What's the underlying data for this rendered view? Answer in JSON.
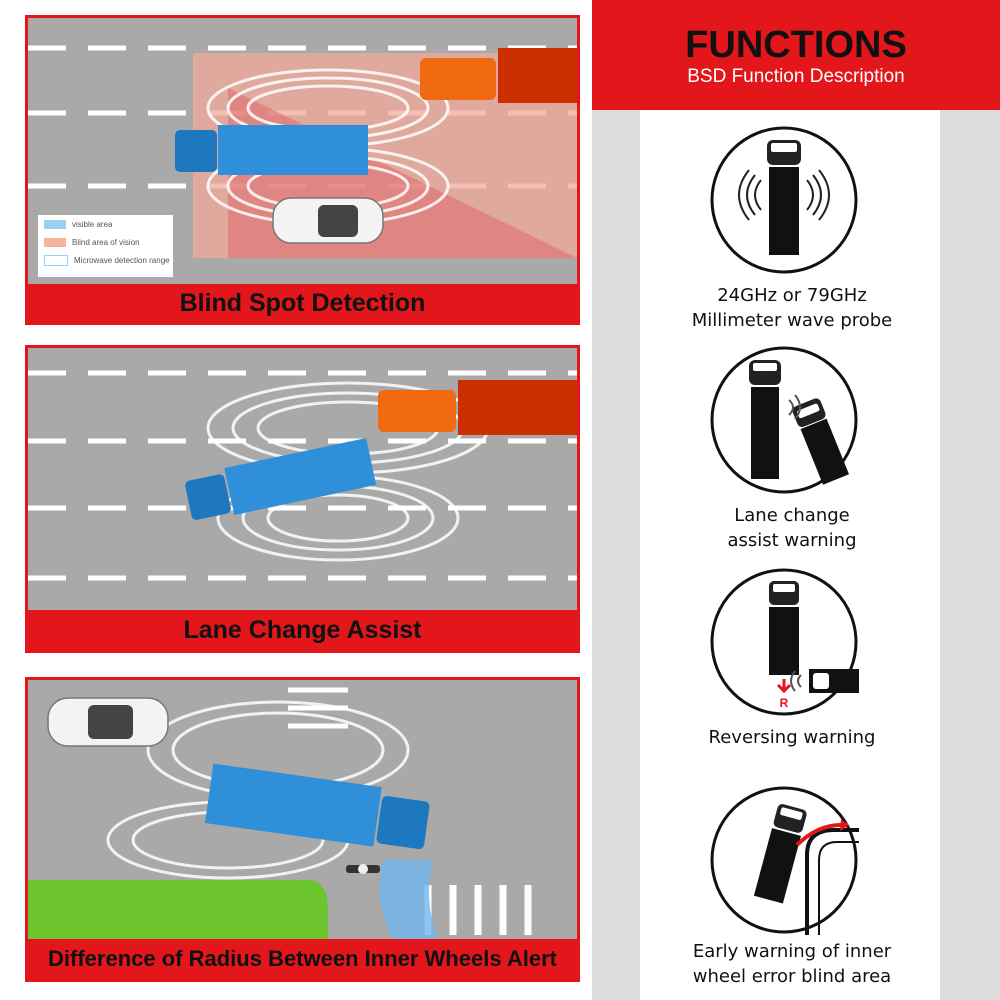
{
  "panels": [
    {
      "title": "Blind Spot Detection",
      "legend": [
        "visible area",
        "Blind area of vision",
        "Microwave detection range"
      ]
    },
    {
      "title": "Lane Change Assist"
    },
    {
      "title": "Difference of Radius Between Inner Wheels Alert"
    }
  ],
  "sidebar": {
    "title": "FUNCTIONS",
    "subtitle": "BSD Function Description",
    "items": [
      {
        "line1": "24GHz or 79GHz",
        "line2": "Millimeter wave probe",
        "icon": "radar-truck-icon"
      },
      {
        "line1": "Lane change",
        "line2": "assist warning",
        "icon": "lane-change-icon"
      },
      {
        "line1": "Reversing warning",
        "line2": "",
        "icon": "reversing-icon",
        "marker": "R"
      },
      {
        "line1": "Early warning of inner",
        "line2": "wheel error blind area",
        "icon": "turn-warning-icon"
      }
    ]
  },
  "colors": {
    "accent": "#e3161b",
    "road": "#a9a9a9",
    "truck": "#2f8fd8",
    "lorry": "#cc3000"
  }
}
